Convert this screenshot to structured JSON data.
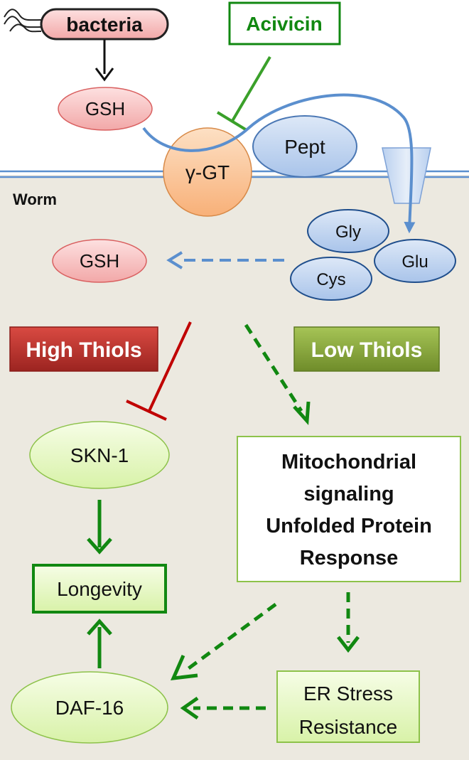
{
  "labels": {
    "bacteria": "bacteria",
    "acivicin": "Acivicin",
    "gsh_outside": "GSH",
    "ggt": "γ-GT",
    "pept": "Pept",
    "worm": "Worm",
    "gly": "Gly",
    "glu": "Glu",
    "cys": "Cys",
    "gsh_inside": "GSH",
    "high_thiols": "High Thiols",
    "low_thiols": "Low Thiols",
    "skn1": "SKN-1",
    "longevity": "Longevity",
    "daf16": "DAF-16",
    "mito_line1": "Mitochondrial",
    "mito_line2": "signaling",
    "mito_line3": "Unfolded Protein",
    "mito_line4": "Response",
    "er_line1": "ER Stress",
    "er_line2": "Resistance"
  },
  "colors": {
    "worm_background": "#ece9e0",
    "membrane": "#5b8fce",
    "pink_fill": "#f6c6c6",
    "pink_stroke": "#d96060",
    "orange_fill": "#fcc896",
    "blue_fill": "#c9daf1",
    "blue_stroke": "#4a77b4",
    "green_arrow": "#118811",
    "red_inhibit": "#c00000",
    "high_thiols_fill": "#c0322c",
    "low_thiols_fill": "#8aa63a",
    "light_green_fill": "#e8f8c8"
  }
}
